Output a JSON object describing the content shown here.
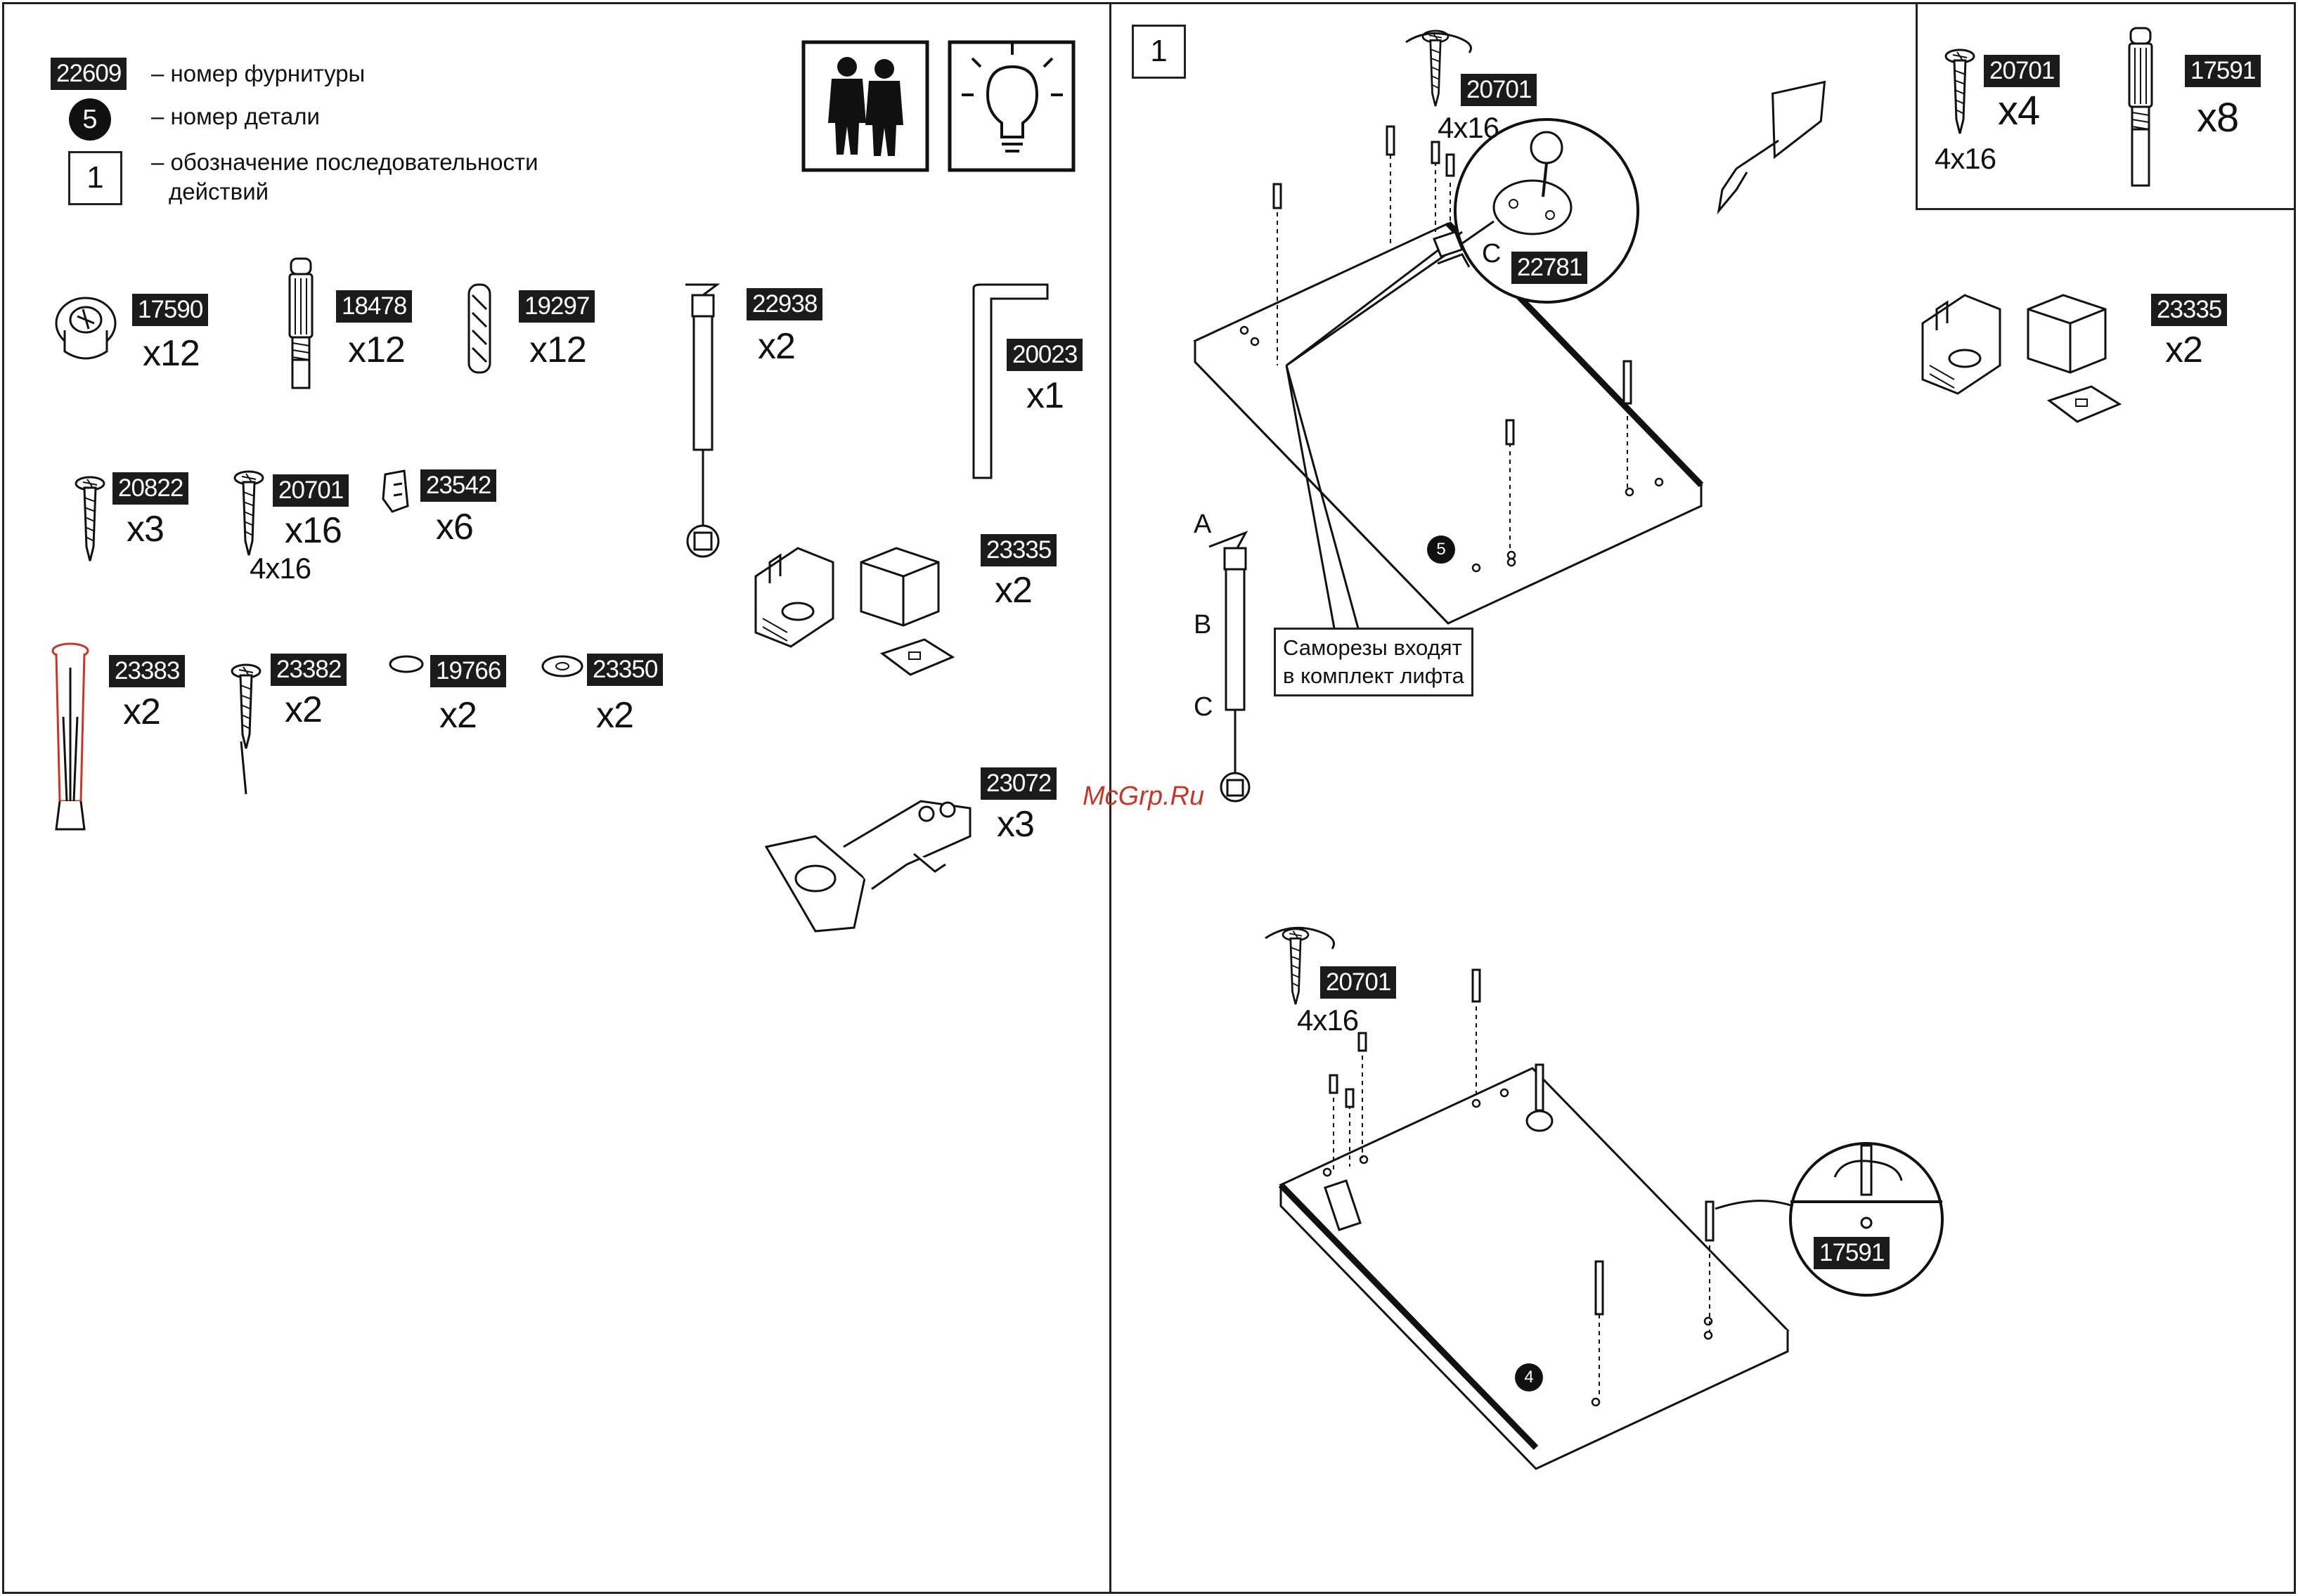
{
  "legend": {
    "hardware_code": "22609",
    "hardware_text": "– номер фурнитуры",
    "part_number": "5",
    "part_text": "– номер детали",
    "step_number": "1",
    "step_text_line1": "– обозначение последовательности",
    "step_text_line2": "действий"
  },
  "hardware": [
    {
      "code": "17590",
      "qty": "x12"
    },
    {
      "code": "18478",
      "qty": "x12"
    },
    {
      "code": "19297",
      "qty": "x12"
    },
    {
      "code": "22938",
      "qty": "x2"
    },
    {
      "code": "20023",
      "qty": "x1"
    },
    {
      "code": "20822",
      "qty": "x3"
    },
    {
      "code": "20701",
      "qty": "x16",
      "size": "4x16"
    },
    {
      "code": "23542",
      "qty": "x6"
    },
    {
      "code": "23335",
      "qty": "x2"
    },
    {
      "code": "23383",
      "qty": "x2"
    },
    {
      "code": "23382",
      "qty": "x2"
    },
    {
      "code": "19766",
      "qty": "x2"
    },
    {
      "code": "23350",
      "qty": "x2"
    },
    {
      "code": "23072",
      "qty": "x3"
    }
  ],
  "step": {
    "number": "1",
    "summary": [
      {
        "code": "20701",
        "qty": "x4",
        "size": "4x16"
      },
      {
        "code": "17591",
        "qty": "x8"
      }
    ],
    "top_screw": {
      "code": "20701",
      "size": "4x16"
    },
    "detail_code": "22781",
    "detail_letter": "C",
    "bracket": {
      "code": "23335",
      "qty": "x2"
    },
    "lift_letters": [
      "A",
      "B",
      "C"
    ],
    "note_line1": "Саморезы входят",
    "note_line2": "в комплект лифта",
    "part_top": "5",
    "bottom_screw": {
      "code": "20701",
      "size": "4x16"
    },
    "bottom_detail_code": "17591",
    "part_bottom": "4"
  },
  "watermark": "McGrp.Ru"
}
